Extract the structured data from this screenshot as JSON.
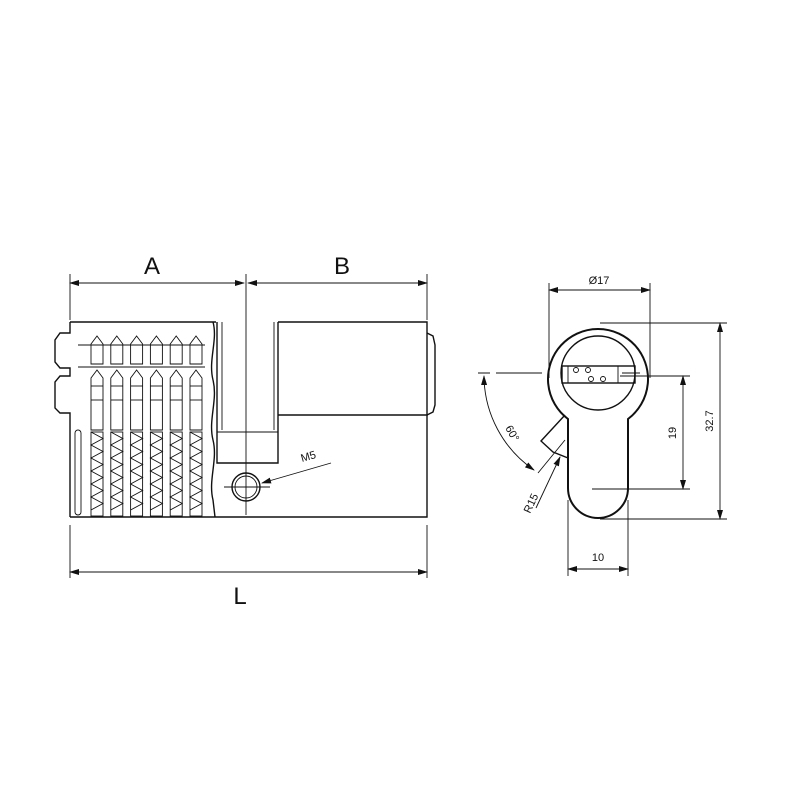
{
  "side_view": {
    "dimension_a": "A",
    "dimension_b": "B",
    "dimension_l": "L",
    "screw_hole": "M5",
    "pin_count": 6
  },
  "front_view": {
    "diameter": "Ø17",
    "height": "32.7",
    "cam_offset": "19",
    "cam_width": "10",
    "angle": "60°",
    "radius": "R15"
  },
  "colors": {
    "line": "#111111",
    "background": "#ffffff"
  }
}
